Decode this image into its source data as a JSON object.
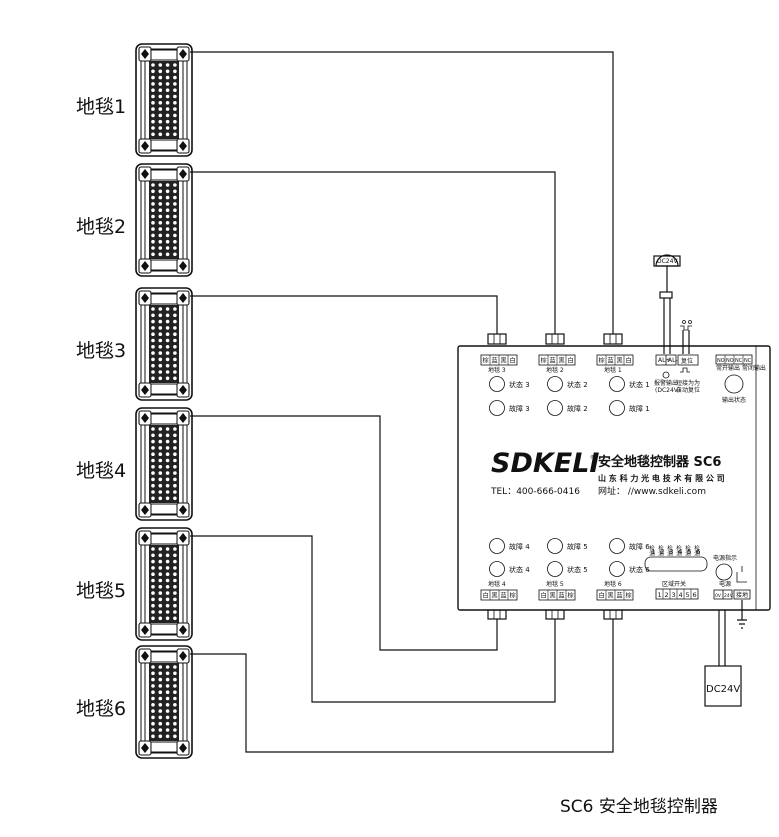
{
  "mats": [
    {
      "label": "地毯1"
    },
    {
      "label": "地毯2"
    },
    {
      "label": "地毯3"
    },
    {
      "label": "地毯4"
    },
    {
      "label": "地毯5"
    },
    {
      "label": "地毯6"
    }
  ],
  "controller": {
    "brand": "SDKELI",
    "product": "安全地毯控制器 SC6",
    "company": "山 东 科 力 光 电 技 术 有 限 公 司",
    "tel": "TEL：400-666-0416",
    "web": "网址： //www.sdkeli.com",
    "top_ports": [
      {
        "name": "地毯 3",
        "pins": [
          "棕",
          "蓝",
          "黑",
          "白"
        ]
      },
      {
        "name": "地毯 2",
        "pins": [
          "棕",
          "蓝",
          "黑",
          "白"
        ]
      },
      {
        "name": "地毯 1",
        "pins": [
          "棕",
          "蓝",
          "黑",
          "白"
        ]
      }
    ],
    "bottom_ports": [
      {
        "name": "地毯 4",
        "pins": [
          "白",
          "黑",
          "蓝",
          "棕"
        ]
      },
      {
        "name": "地毯 5",
        "pins": [
          "白",
          "黑",
          "蓝",
          "棕"
        ]
      },
      {
        "name": "地毯 6",
        "pins": [
          "白",
          "黑",
          "蓝",
          "棕"
        ]
      }
    ],
    "leds_top": [
      {
        "state": "状态 3",
        "fault": "故障 3"
      },
      {
        "state": "状态 2",
        "fault": "故障 2"
      },
      {
        "state": "状态 1",
        "fault": "故障 1"
      }
    ],
    "leds_bottom": [
      {
        "fault": "故障 4",
        "state": "状态 4"
      },
      {
        "fault": "故障 5",
        "state": "状态 5"
      },
      {
        "fault": "故障 6",
        "state": "状态 6"
      }
    ],
    "alarm_pins": [
      "AL+",
      "AL-"
    ],
    "reset_label": "复位",
    "alarm_out": "报警输出",
    "alarm_out_sub": "(DC24V)",
    "reset_note": "短接为为",
    "reset_note2": "自动复位",
    "relay_pins": [
      "NO",
      "NO",
      "NC",
      "NC"
    ],
    "relay_label": "常开输出 常闭输出",
    "output_state": "输出状态",
    "zones_header": [
      "检测",
      "检测",
      "检测",
      "检测",
      "检测",
      "检测"
    ],
    "zones_numbers": [
      "1",
      "2",
      "3",
      "4",
      "5",
      "6"
    ],
    "dip_label": "区域开关",
    "dip_numbers": [
      "1",
      "2",
      "3",
      "4",
      "5",
      "6"
    ],
    "power_indicator": "电源指示",
    "power_label": "电源",
    "power_pins": [
      "0V",
      "24V"
    ],
    "ground_label": "接地",
    "alarm_lamp_voltage": "DC24V",
    "supply_voltage": "DC24V"
  },
  "caption": "SC6 安全地毯控制器"
}
